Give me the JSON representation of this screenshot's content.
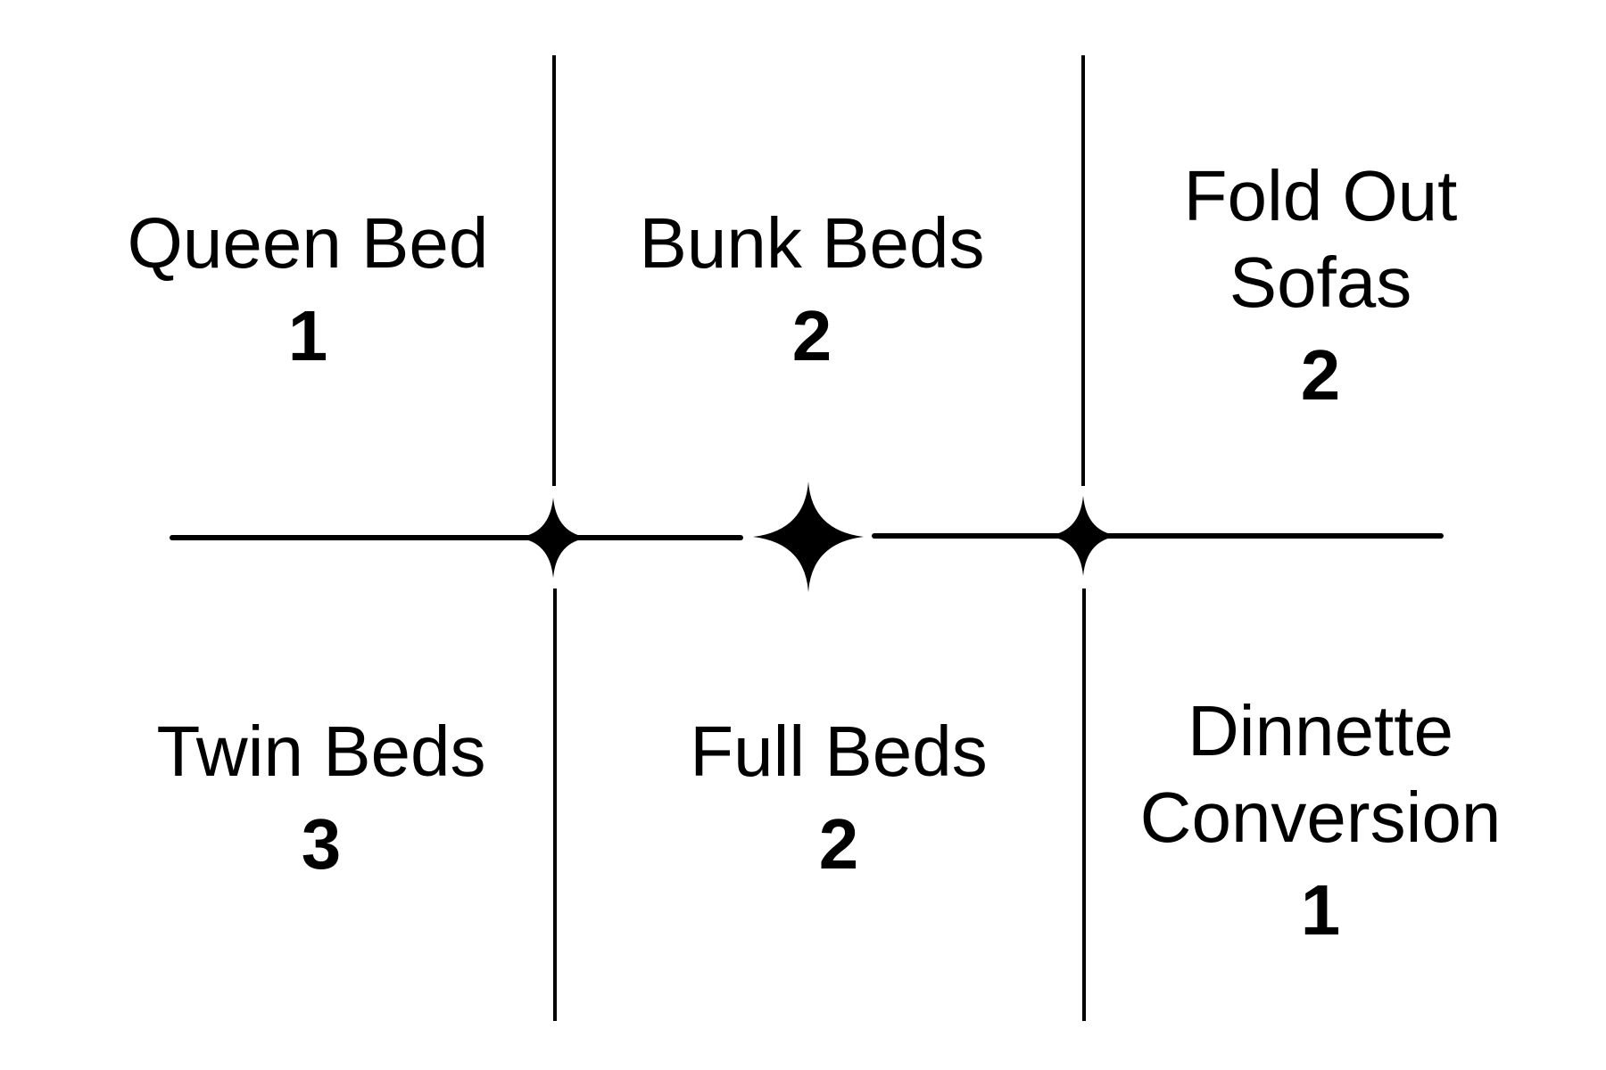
{
  "grid": {
    "line_color": "#000000",
    "cells": [
      {
        "label": "Queen Bed",
        "count": "1"
      },
      {
        "label": "Bunk Beds",
        "count": "2"
      },
      {
        "label": "Fold Out\nSofas",
        "count": "2"
      },
      {
        "label": "Twin Beds",
        "count": "3"
      },
      {
        "label": "Full Beds",
        "count": "2"
      },
      {
        "label": "Dinnette\nConversion",
        "count": "1"
      }
    ]
  }
}
